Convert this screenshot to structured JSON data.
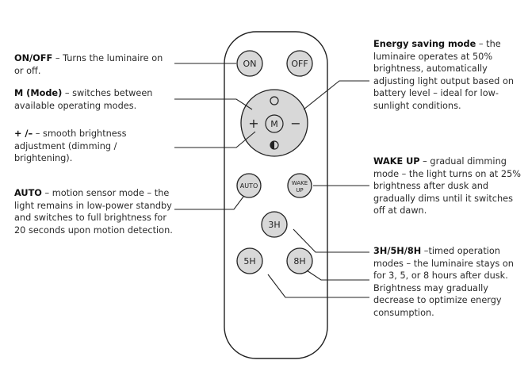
{
  "remote": {
    "buttons": {
      "on": "ON",
      "off": "OFF",
      "plus": "+",
      "minus": "−",
      "mode": "M",
      "auto": "AUTO",
      "wakeup_line1": "WAKE",
      "wakeup_line2": "UP",
      "h3": "3H",
      "h5": "5H",
      "h8": "8H"
    }
  },
  "annotations": {
    "onoff": {
      "title": "ON/OFF",
      "text": " – Turns the luminaire on or off."
    },
    "mode": {
      "title": "M (Mode)",
      "text": " – switches between available operating modes."
    },
    "plusminus": {
      "title": "+ /–",
      "text": " – smooth brightness adjustment (dimming / brightening)."
    },
    "auto": {
      "title": "AUTO",
      "text": " – motion sensor mode – the light remains in low-power standby and switches to full brightness for 20 seconds upon motion detection."
    },
    "energy": {
      "title": "Energy saving mode",
      "text": " – the luminaire operates at 50% brightness, automatically adjusting light output based on battery level – ideal for low-sunlight conditions."
    },
    "wakeup": {
      "title": "WAKE UP",
      "text": " – gradual dimming mode – the light turns on at 25% brightness after dusk and gradually dims until it switches off at dawn."
    },
    "timed": {
      "title": "3H/5H/8H",
      "text": " –timed operation modes – the luminaire stays on for 3, 5, or 8 hours after dusk. Brightness may gradually decrease to optimize energy consumption."
    }
  }
}
